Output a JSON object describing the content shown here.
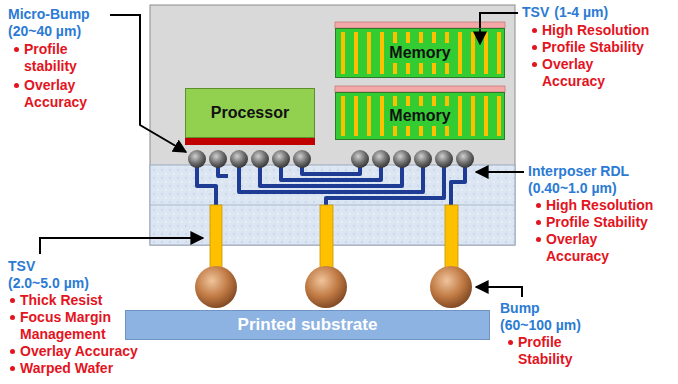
{
  "diagram": {
    "nodes": [
      {
        "text": [
          "Memory"
        ]
      },
      {
        "text": [
          "Processor"
        ]
      },
      {
        "text": [
          "Memory"
        ]
      },
      {
        "text": [
          "Printed substrate"
        ]
      }
    ],
    "labels": [
      "Micro-Bump",
      "(20~40 µm)",
      "Profile stability",
      "Overlay Accuracy",
      "TSV",
      "(1-4 µm)",
      "High Resolution",
      "Profile Stability",
      "Overlay Accuracy",
      "Interposer RDL",
      "(0.40~1.0 µm)",
      "High Resolution",
      "Profile Stability",
      "Overlay Accuracy",
      "TSV",
      "(2.0~5.0 µm)",
      "Thick Resist",
      "Focus Margin Management",
      "Overlay Accuracy",
      "Warped Wafer",
      "Bump",
      "(60~100 µm)",
      "Profile Stability"
    ]
  }
}
